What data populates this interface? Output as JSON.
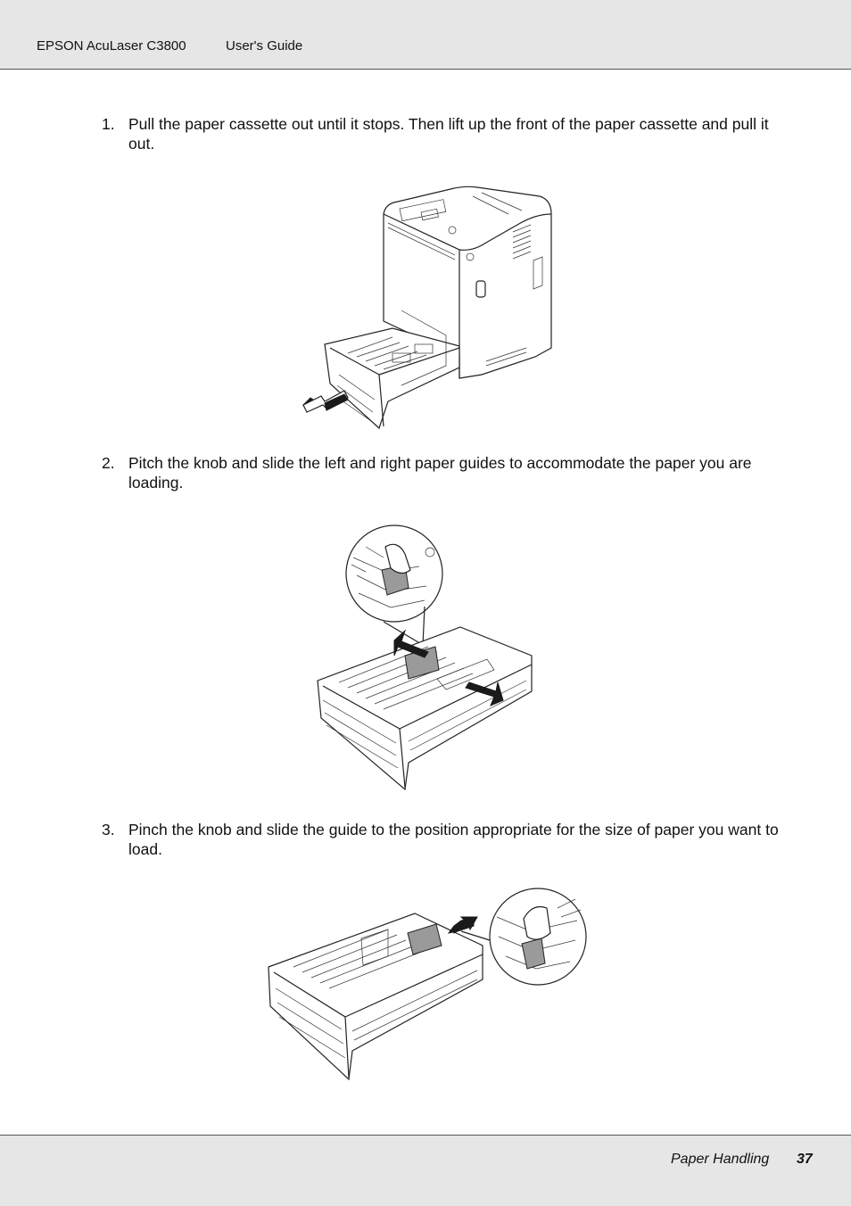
{
  "header": {
    "product": "EPSON AcuLaser C3800",
    "doc": "User's Guide"
  },
  "steps": [
    {
      "number": "1.",
      "text": "Pull the paper cassette out until it stops. Then lift up the front of the paper cassette and pull it out."
    },
    {
      "number": "2.",
      "text": "Pitch the knob and slide the left and right paper guides to accommodate the paper you are loading."
    },
    {
      "number": "3.",
      "text": "Pinch the knob and slide the guide to the position appropriate for the size of paper you want to load."
    }
  ],
  "footer": {
    "section": "Paper Handling",
    "page": "37"
  }
}
